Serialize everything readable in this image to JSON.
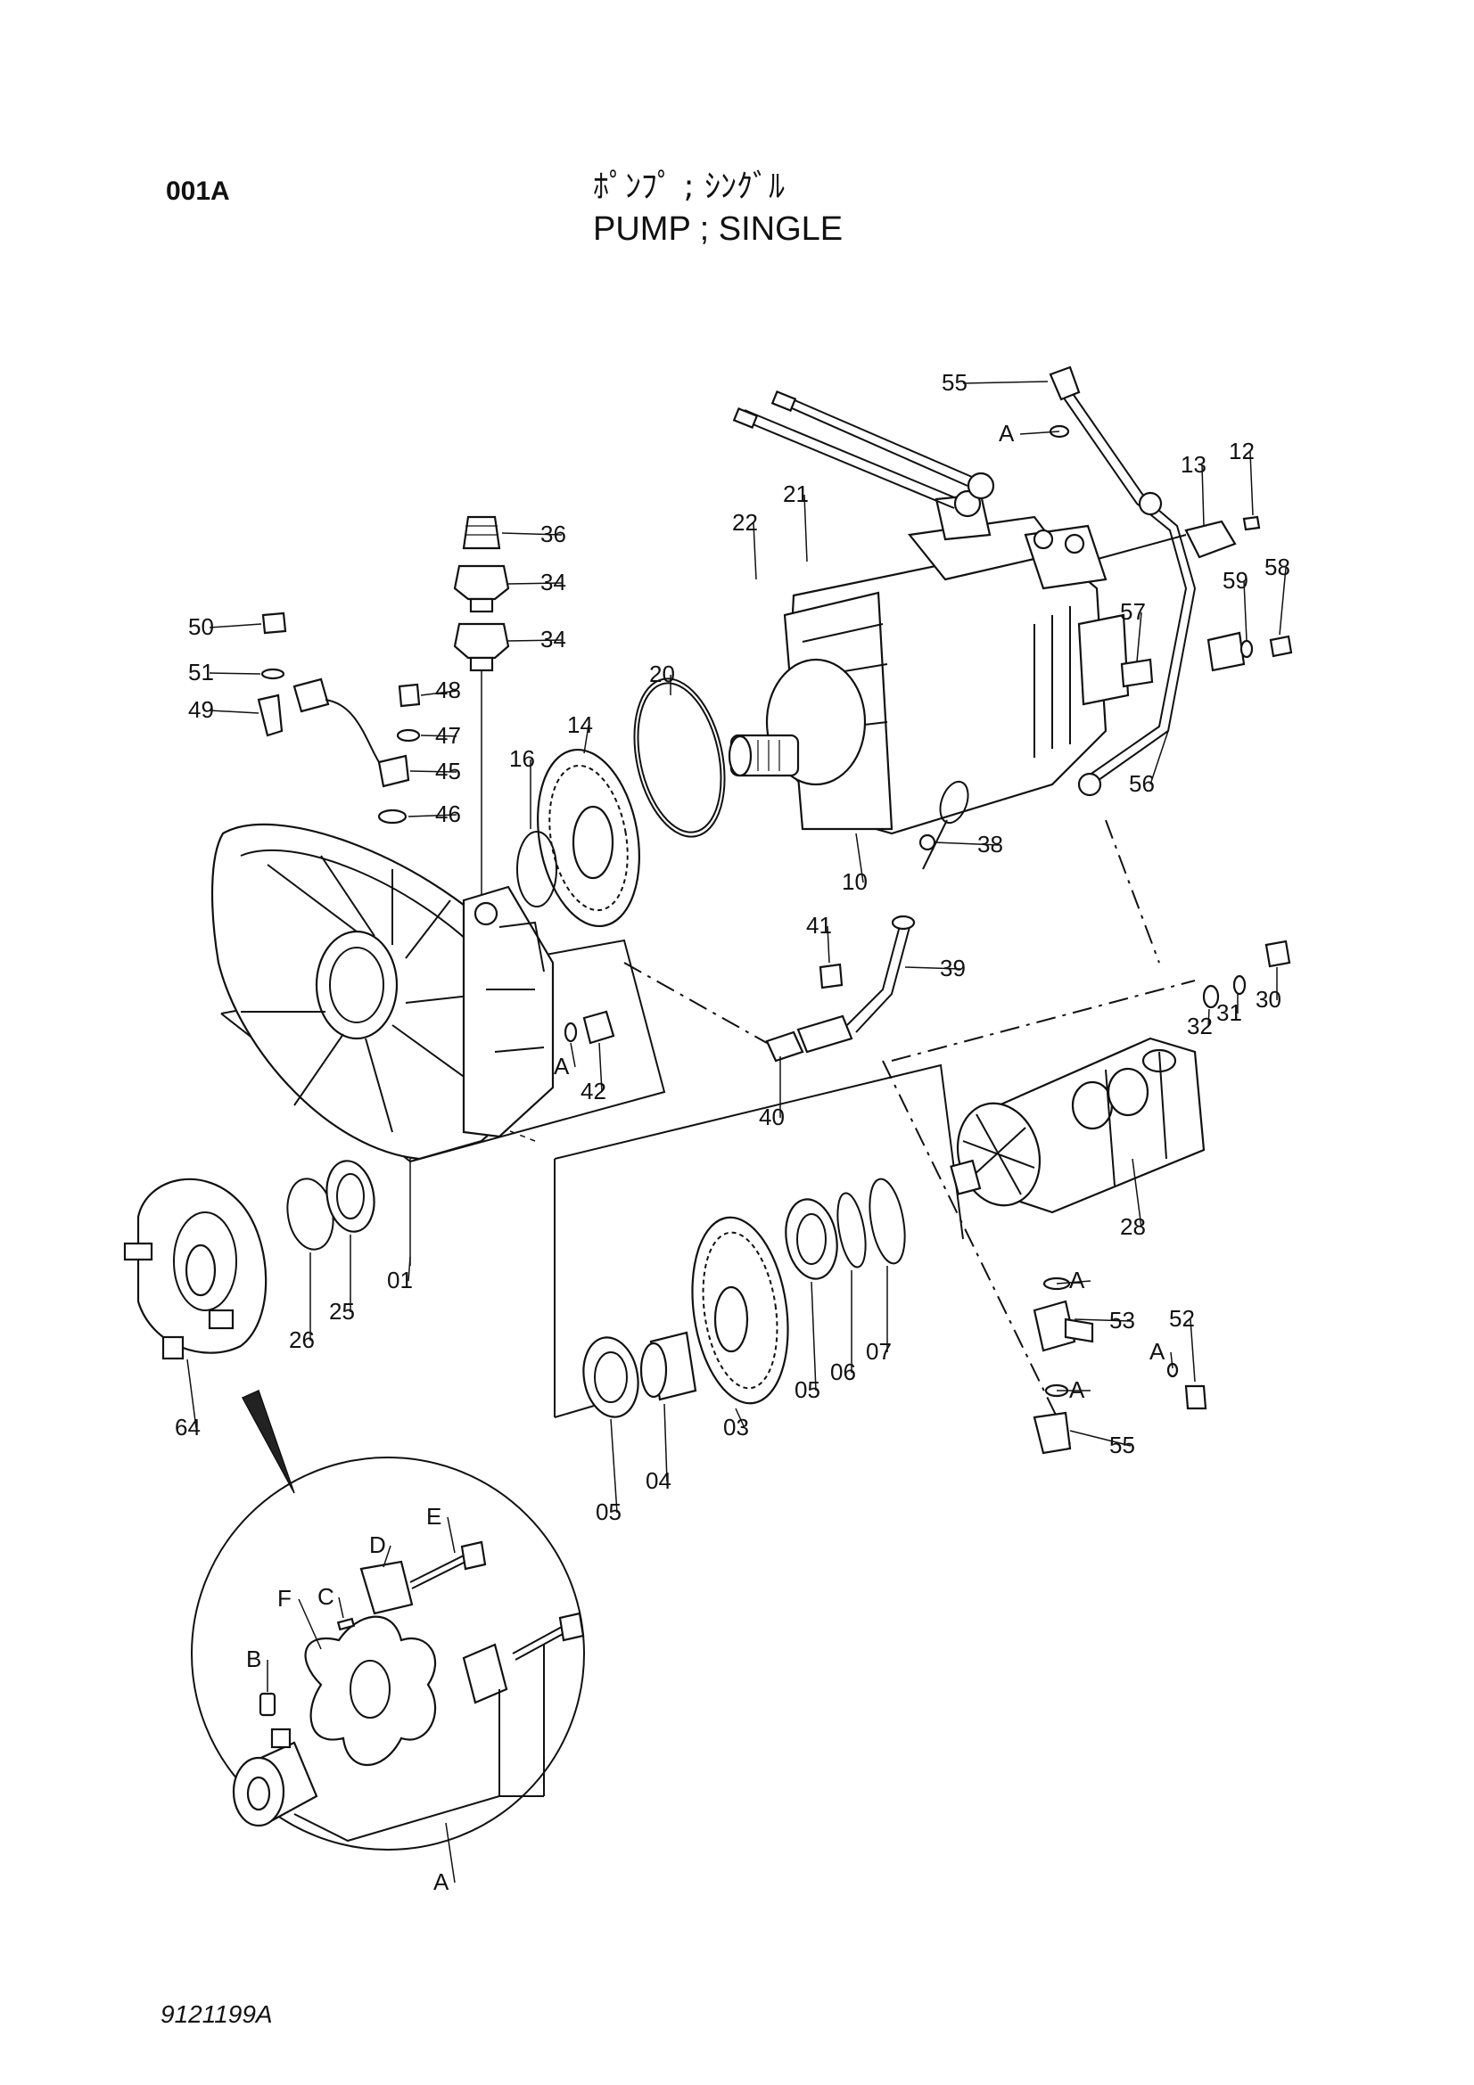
{
  "header": {
    "page_code": "001A",
    "title_jp": "ﾎﾟﾝﾌﾟ ; ｼﾝｸﾞﾙ",
    "title_en": "PUMP ; SINGLE"
  },
  "footer": {
    "drawing_number": "9121199A"
  },
  "callouts": [
    {
      "id": "c01",
      "label": "01"
    },
    {
      "id": "c03",
      "label": "03"
    },
    {
      "id": "c04",
      "label": "04"
    },
    {
      "id": "c05a",
      "label": "05"
    },
    {
      "id": "c05b",
      "label": "05"
    },
    {
      "id": "c06",
      "label": "06"
    },
    {
      "id": "c07",
      "label": "07"
    },
    {
      "id": "c10",
      "label": "10"
    },
    {
      "id": "c12",
      "label": "12"
    },
    {
      "id": "c13",
      "label": "13"
    },
    {
      "id": "c14",
      "label": "14"
    },
    {
      "id": "c16",
      "label": "16"
    },
    {
      "id": "c20",
      "label": "20"
    },
    {
      "id": "c21",
      "label": "21"
    },
    {
      "id": "c22",
      "label": "22"
    },
    {
      "id": "c25",
      "label": "25"
    },
    {
      "id": "c26",
      "label": "26"
    },
    {
      "id": "c28",
      "label": "28"
    },
    {
      "id": "c30",
      "label": "30"
    },
    {
      "id": "c31",
      "label": "31"
    },
    {
      "id": "c32",
      "label": "32"
    },
    {
      "id": "c34a",
      "label": "34"
    },
    {
      "id": "c34b",
      "label": "34"
    },
    {
      "id": "c36",
      "label": "36"
    },
    {
      "id": "c38",
      "label": "38"
    },
    {
      "id": "c39",
      "label": "39"
    },
    {
      "id": "c40",
      "label": "40"
    },
    {
      "id": "c41",
      "label": "41"
    },
    {
      "id": "c42",
      "label": "42"
    },
    {
      "id": "c45",
      "label": "45"
    },
    {
      "id": "c46",
      "label": "46"
    },
    {
      "id": "c47",
      "label": "47"
    },
    {
      "id": "c48",
      "label": "48"
    },
    {
      "id": "c49",
      "label": "49"
    },
    {
      "id": "c50",
      "label": "50"
    },
    {
      "id": "c51",
      "label": "51"
    },
    {
      "id": "c52",
      "label": "52"
    },
    {
      "id": "c53",
      "label": "53"
    },
    {
      "id": "c55a",
      "label": "55"
    },
    {
      "id": "c55b",
      "label": "55"
    },
    {
      "id": "c56",
      "label": "56"
    },
    {
      "id": "c57",
      "label": "57"
    },
    {
      "id": "c58",
      "label": "58"
    },
    {
      "id": "c59",
      "label": "59"
    },
    {
      "id": "c64",
      "label": "64"
    },
    {
      "id": "kA1",
      "label": "A"
    },
    {
      "id": "kA2",
      "label": "A"
    },
    {
      "id": "kA3",
      "label": "A"
    },
    {
      "id": "kA4",
      "label": "A"
    },
    {
      "id": "kA5",
      "label": "A"
    },
    {
      "id": "kA6",
      "label": "A"
    },
    {
      "id": "kB",
      "label": "B"
    },
    {
      "id": "kC",
      "label": "C"
    },
    {
      "id": "kD",
      "label": "D"
    },
    {
      "id": "kE",
      "label": "E"
    },
    {
      "id": "kF",
      "label": "F"
    }
  ]
}
